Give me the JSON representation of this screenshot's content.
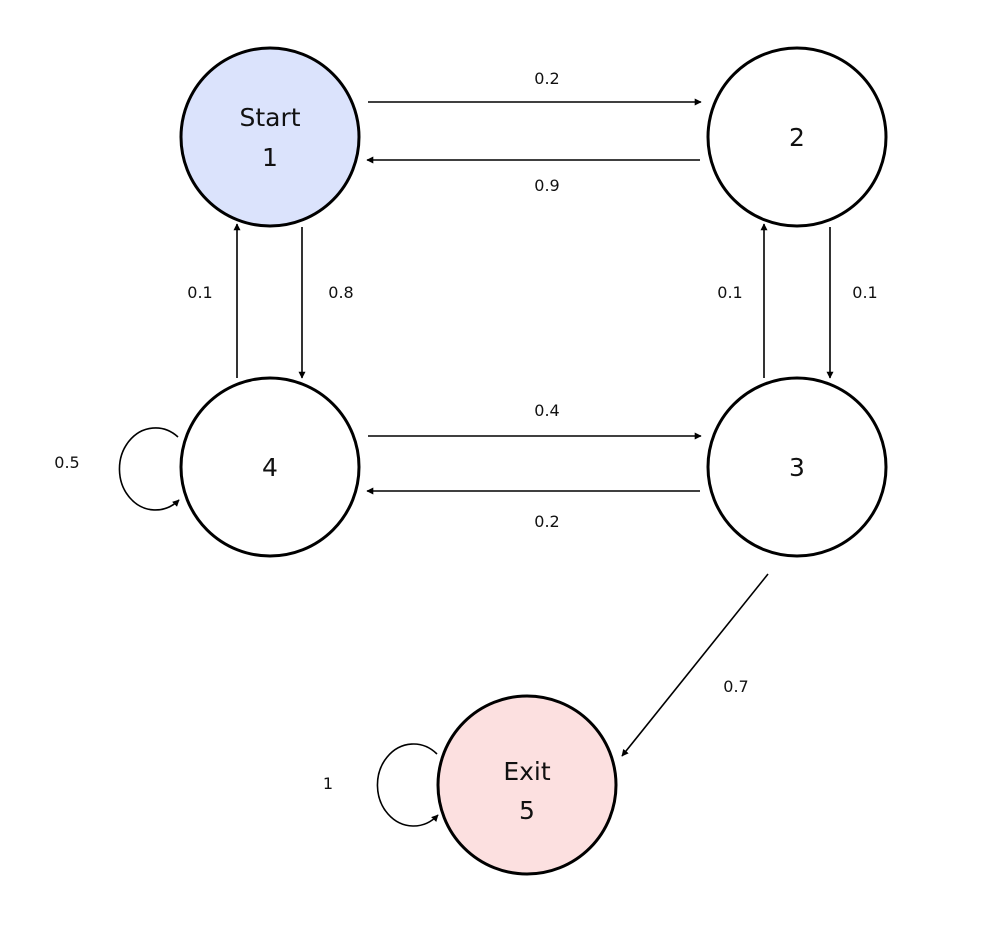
{
  "colors": {
    "start_fill": "#dbe3fc",
    "exit_fill": "#fce0e0",
    "default_fill": "#ffffff",
    "stroke": "#000000"
  },
  "nodes": [
    {
      "id": "1",
      "title": "Start",
      "number": "1",
      "fill": "start"
    },
    {
      "id": "2",
      "title": "",
      "number": "2",
      "fill": "default"
    },
    {
      "id": "3",
      "title": "",
      "number": "3",
      "fill": "default"
    },
    {
      "id": "4",
      "title": "",
      "number": "4",
      "fill": "default"
    },
    {
      "id": "5",
      "title": "Exit",
      "number": "5",
      "fill": "exit"
    }
  ],
  "edges": [
    {
      "from": "1",
      "to": "2",
      "probability": "0.2"
    },
    {
      "from": "2",
      "to": "1",
      "probability": "0.9"
    },
    {
      "from": "1",
      "to": "4",
      "probability": "0.8"
    },
    {
      "from": "4",
      "to": "1",
      "probability": "0.1"
    },
    {
      "from": "2",
      "to": "3",
      "probability": "0.1"
    },
    {
      "from": "3",
      "to": "2",
      "probability": "0.1"
    },
    {
      "from": "4",
      "to": "3",
      "probability": "0.4"
    },
    {
      "from": "3",
      "to": "4",
      "probability": "0.2"
    },
    {
      "from": "3",
      "to": "5",
      "probability": "0.7"
    },
    {
      "from": "4",
      "to": "4",
      "probability": "0.5"
    },
    {
      "from": "5",
      "to": "5",
      "probability": "1"
    }
  ]
}
